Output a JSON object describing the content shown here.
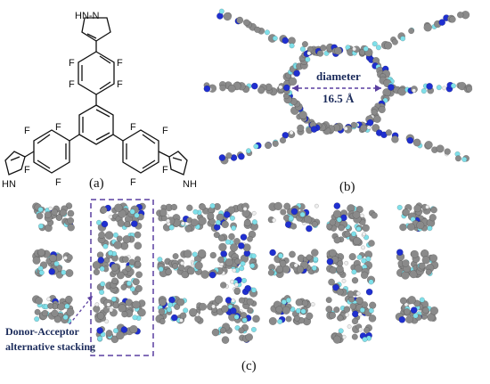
{
  "panels": {
    "a": {
      "label": "(a)",
      "atoms": {
        "top_pyrazole": "HN-N",
        "left_pyrazole": "HN",
        "right_pyrazole": "NH",
        "halogen": "F"
      }
    },
    "b": {
      "label": "(b)",
      "annotation": {
        "line1": "diameter",
        "line2": "16.5 Å"
      }
    },
    "c": {
      "label": "(c)",
      "annotation": {
        "line1": "Donor-Acceptor",
        "line2": "alternative stacking"
      }
    }
  },
  "colors": {
    "carbon": "#8a8a8a",
    "nitrogen": "#1f2fd0",
    "fluorine": "#7fe0ea",
    "hydrogen": "#eeeeee",
    "annotation": "#5a3fa0",
    "bond": "#111111"
  }
}
